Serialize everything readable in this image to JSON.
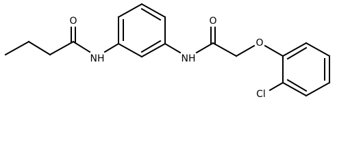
{
  "molecule": {
    "atoms": {
      "o_amide_left": "O",
      "nh_left": "NH",
      "nh_right": "NH",
      "o_amide_right": "O",
      "o_ether": "O",
      "cl": "Cl"
    }
  }
}
